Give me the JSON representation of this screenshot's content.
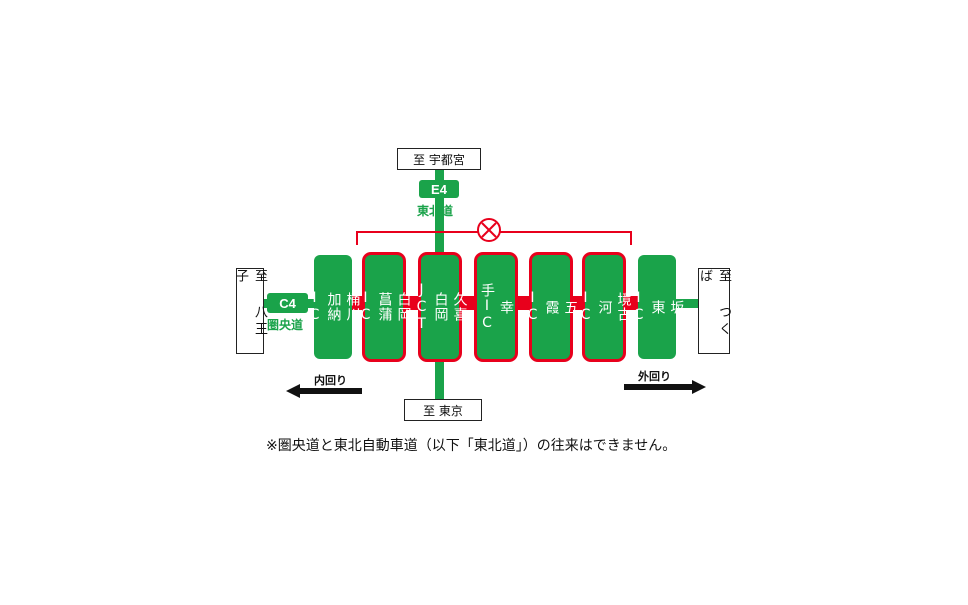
{
  "destinations": {
    "north": "至 宇都宮",
    "south": "至 東京",
    "west": "至 八王子",
    "east": "至 つくば"
  },
  "routes": {
    "tohoku": {
      "badge": "E4",
      "name": "東北道"
    },
    "ken_o": {
      "badge": "C4",
      "name": "圏央道"
    }
  },
  "interchanges": [
    {
      "name": "桶川加納IC",
      "lines": [
        "桶川",
        "加納",
        "IC"
      ],
      "closed": false
    },
    {
      "name": "白岡菖蒲IC",
      "lines": [
        "白岡",
        "菖蒲",
        "IC"
      ],
      "closed": true
    },
    {
      "name": "久喜白岡JCT",
      "lines": [
        "久喜",
        "白岡",
        "JCT"
      ],
      "closed": true
    },
    {
      "name": "幸手IC",
      "lines": [
        "幸",
        "手IC"
      ],
      "closed": true
    },
    {
      "name": "五霞IC",
      "lines": [
        "五",
        "霞",
        "IC"
      ],
      "closed": true
    },
    {
      "name": "境古河IC",
      "lines": [
        "境古",
        "河",
        "IC"
      ],
      "closed": true
    },
    {
      "name": "坂東IC",
      "lines": [
        "坂",
        "東",
        "IC"
      ],
      "closed": false
    }
  ],
  "directions": {
    "inner": "内回り",
    "outer": "外回り"
  },
  "note": "※圏央道と東北自動車道（以下「東北道」）の往来はできません。",
  "colors": {
    "road": "#1aa34a",
    "closure": "#e8001c"
  }
}
